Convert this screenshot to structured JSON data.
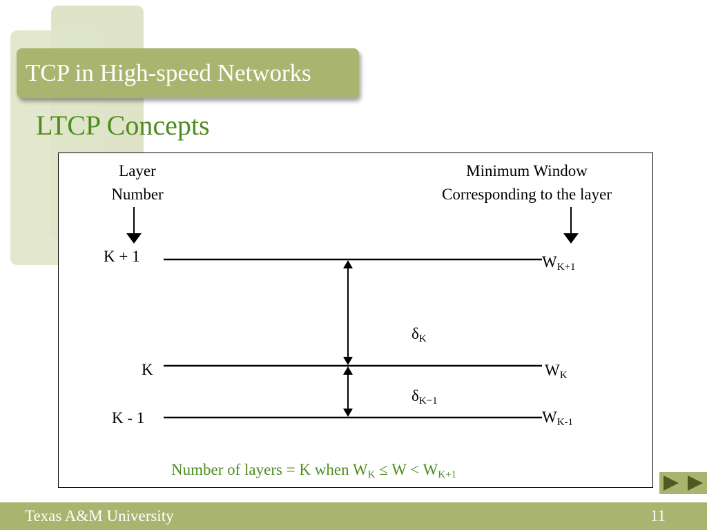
{
  "slide": {
    "title": "TCP in High-speed Networks",
    "subtitle": "LTCP Concepts"
  },
  "diagram": {
    "layer_header": [
      "Layer",
      "Number"
    ],
    "window_header": [
      "Minimum Window",
      "Corresponding to the layer"
    ],
    "layers": [
      {
        "label": "K + 1",
        "window_base": "W",
        "window_sub": "K+1"
      },
      {
        "label": "K",
        "window_base": "W",
        "window_sub": "K"
      },
      {
        "label": "K - 1",
        "window_base": "W",
        "window_sub": "K-1"
      }
    ],
    "deltas": [
      {
        "base": "δ",
        "sub": "K"
      },
      {
        "base": "δ",
        "sub": "K−1"
      }
    ],
    "formula": {
      "prefix": "Number of layers = K when W",
      "sub1": "K",
      "middle": " ≤  W < W",
      "sub2": "K+1"
    }
  },
  "footer": {
    "organization": "Texas A&M University",
    "page_number": "11"
  },
  "colors": {
    "banner": "#a9b56f",
    "decoration": "#dfe4c8",
    "accent_text": "#4e8c1e",
    "footer": "#a9b56f"
  },
  "icons": [
    "arrow-down-icon",
    "double-arrow-icon",
    "next-slide-icon"
  ]
}
